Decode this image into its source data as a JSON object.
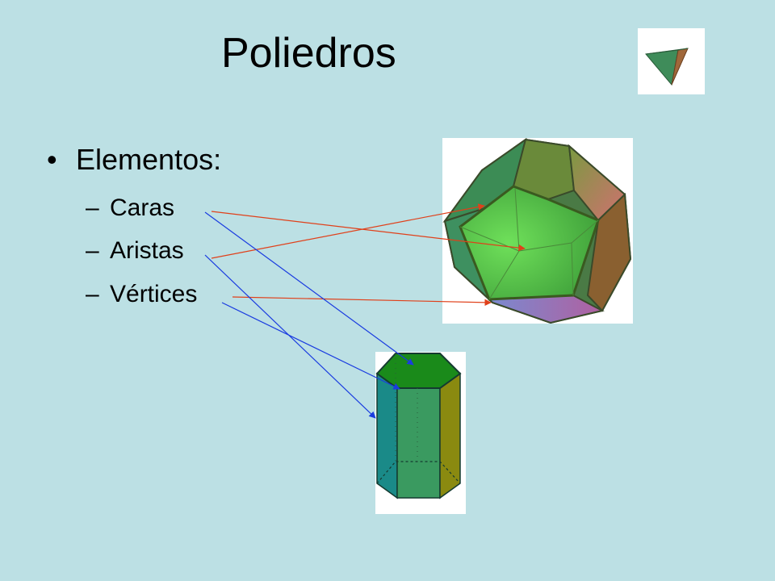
{
  "slide": {
    "title": "Poliedros",
    "bullet_marker": "•",
    "bullet": "Elementos:",
    "dash": "–",
    "items": [
      "Caras",
      "Aristas",
      "Vértices"
    ]
  },
  "images": {
    "tetrahedron": "tetrahedron-icon",
    "dodecahedron": "dodecahedron-image",
    "prism": "hexagonal-prism-image"
  },
  "colors": {
    "background": "#bce0e4",
    "arrow_red": "#e0401a",
    "arrow_blue": "#1a3ce0"
  }
}
